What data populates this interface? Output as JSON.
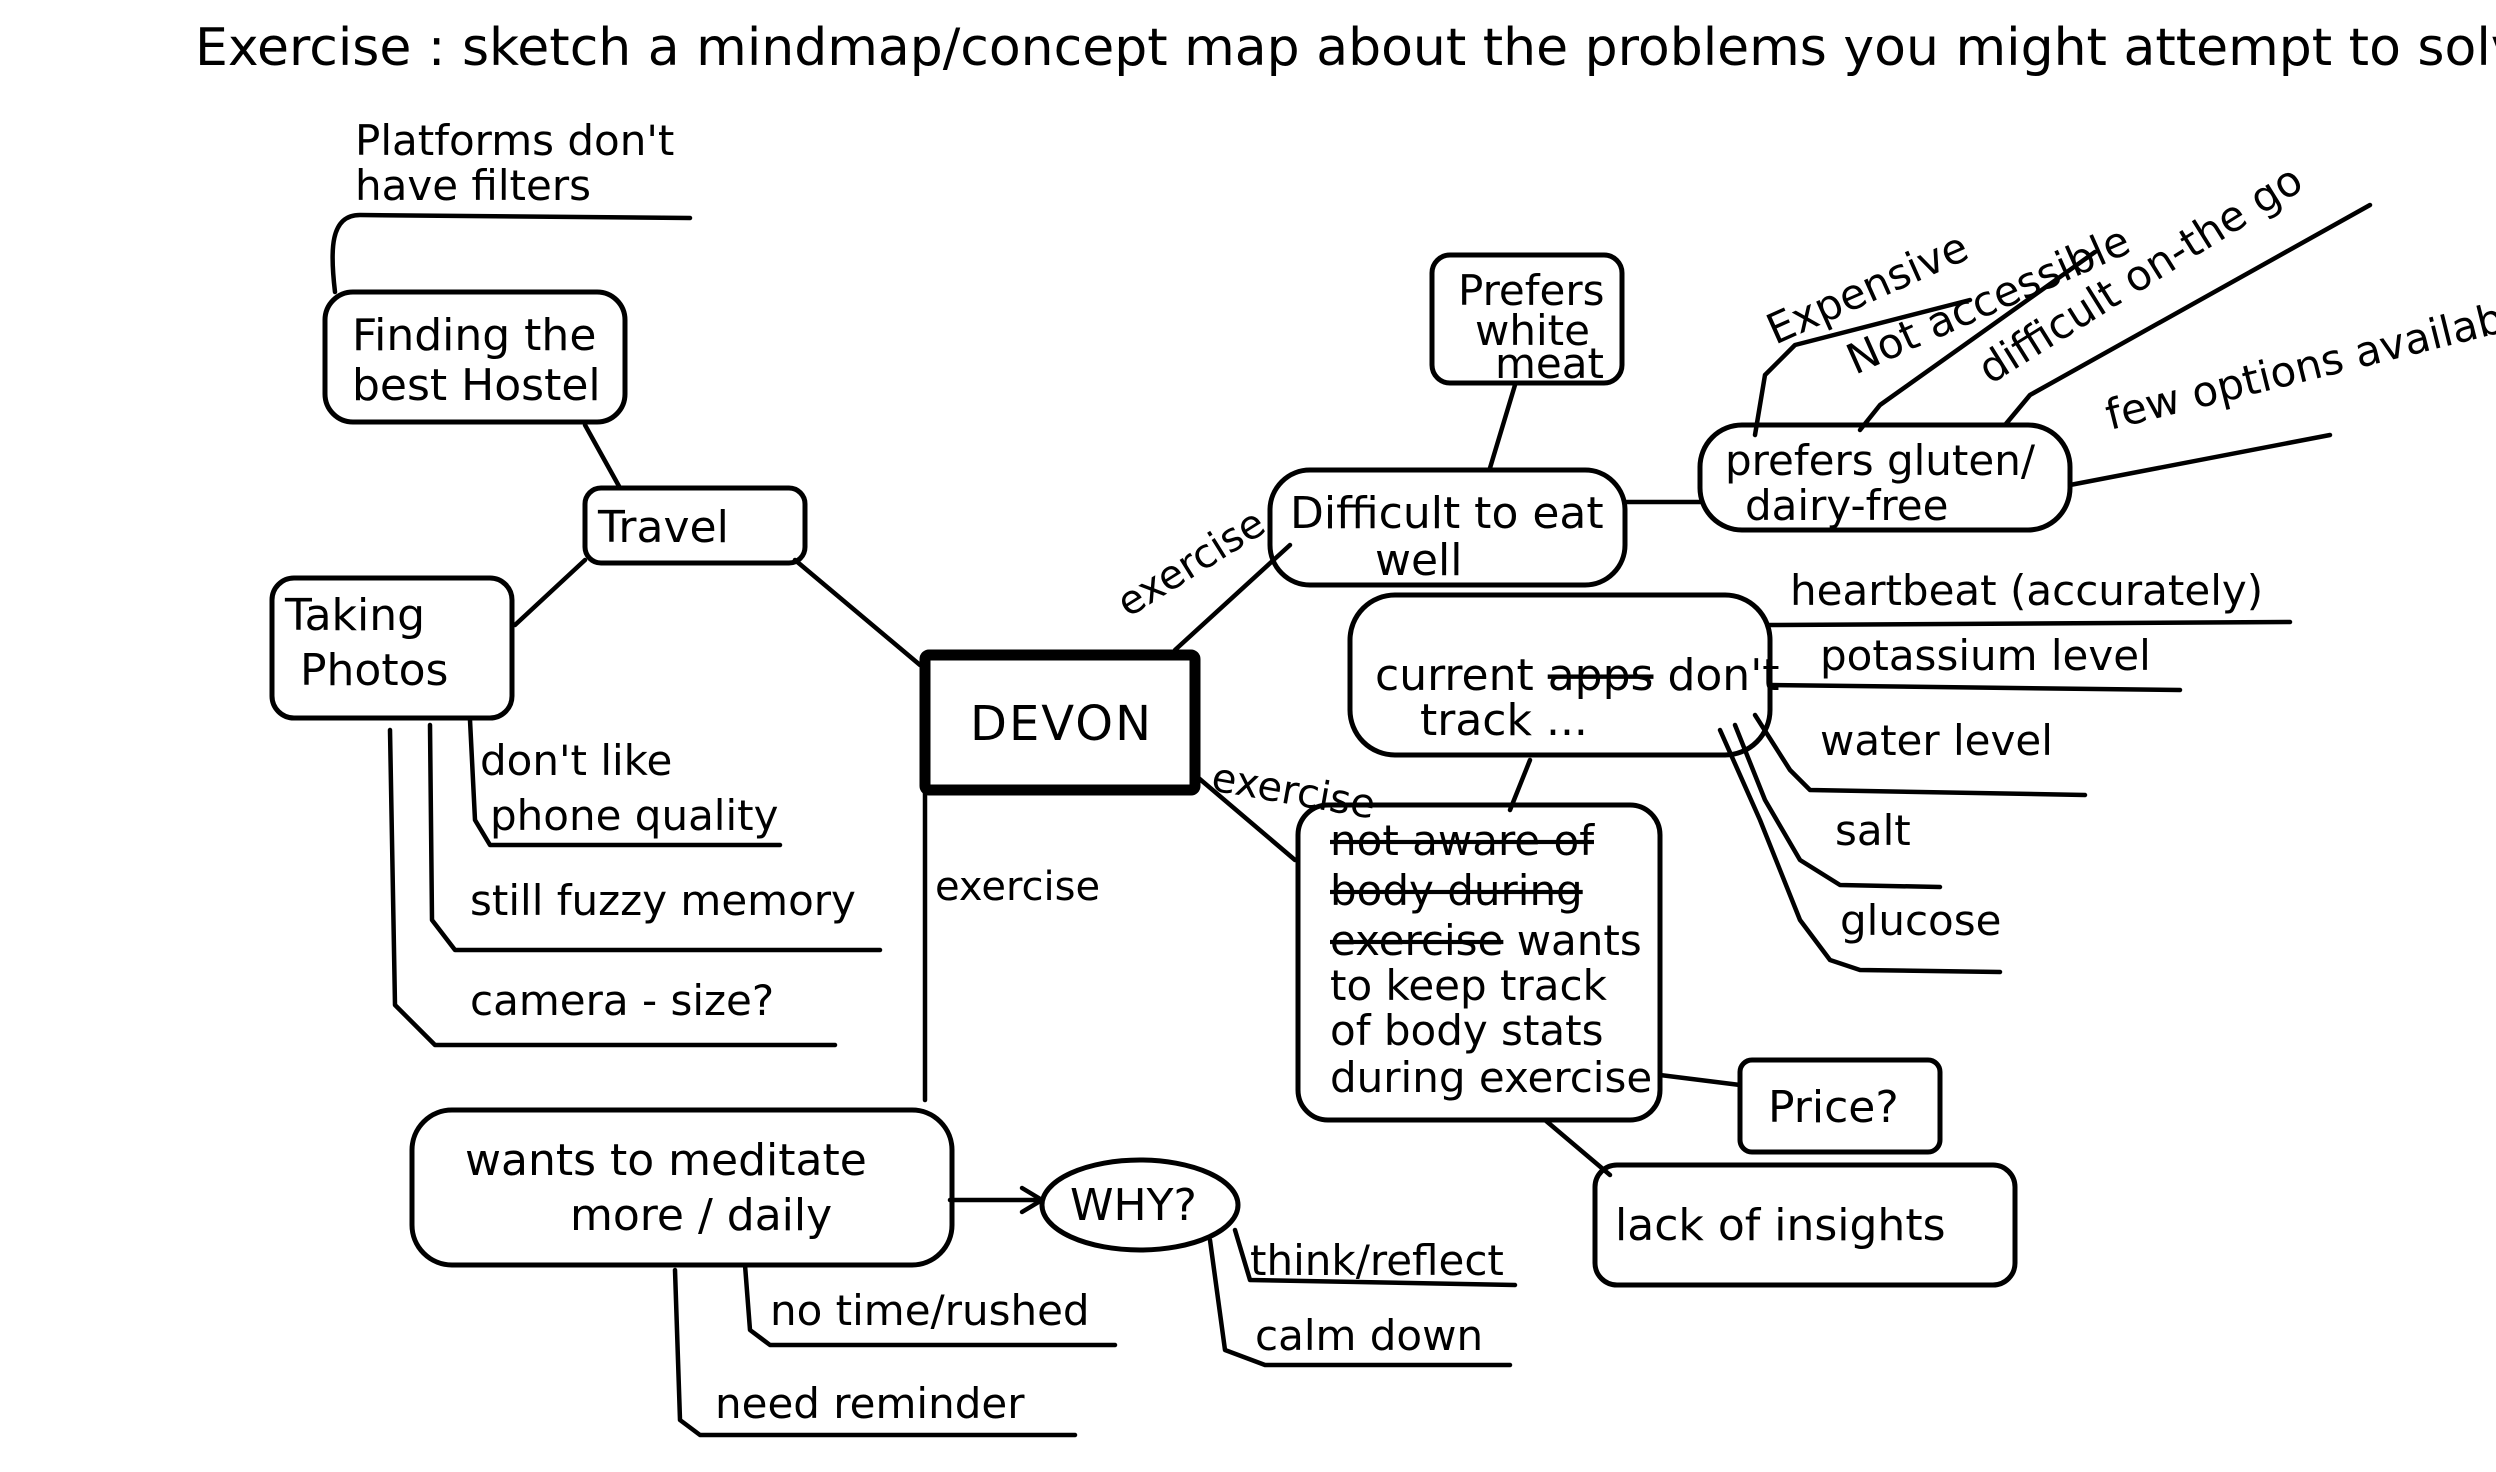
{
  "title": "Exercise : sketch a mindmap/concept map about the problems you might attempt to solve",
  "center": "DEVON",
  "edge_labels": {
    "upper_right": "exercise",
    "right": "exercise",
    "down": "exercise"
  },
  "travel": {
    "label": "Travel",
    "hostel": {
      "line1": "Finding the",
      "line2": "best Hostel"
    },
    "filters": {
      "line1": "Platforms don't",
      "line2": "have filters"
    },
    "photos": {
      "line1": "Taking",
      "line2": "Photos"
    },
    "photo_issues": {
      "phone_line1": "don't like",
      "phone_line2": "phone quality",
      "fuzzy": "still fuzzy memory",
      "camera": "camera - size?"
    }
  },
  "meditate": {
    "line1": "wants to meditate",
    "line2": "more / daily",
    "why": "WHY?",
    "why_items": [
      "think/reflect",
      "calm down"
    ],
    "issues": [
      "no time/rushed",
      "need reminder"
    ]
  },
  "eat": {
    "line1": "Difficult to eat",
    "line2": "well",
    "white_meat": {
      "line1": "Prefers",
      "line2": "white",
      "line3": "meat"
    },
    "gluten": {
      "line1": "prefers gluten/",
      "line2": "dairy-free"
    },
    "gluten_issues": [
      "Expensive",
      "Not accessible",
      "difficult on-the go",
      "few options available"
    ]
  },
  "body": {
    "struck_line1": "not aware of",
    "struck_line2": "body during",
    "struck_line3": "exercise",
    "line3_rest": " wants",
    "line4": "to keep track",
    "line5": "of body stats",
    "line6": "during exercise",
    "price": "Price?",
    "insights": "lack of insights"
  },
  "track": {
    "line1_a": "current ",
    "line1_struck": "apps",
    "line1_b": " don't",
    "line2": "track ...",
    "items": [
      "heartbeat (accurately)",
      "potassium level",
      "water level",
      "salt",
      "glucose"
    ]
  }
}
